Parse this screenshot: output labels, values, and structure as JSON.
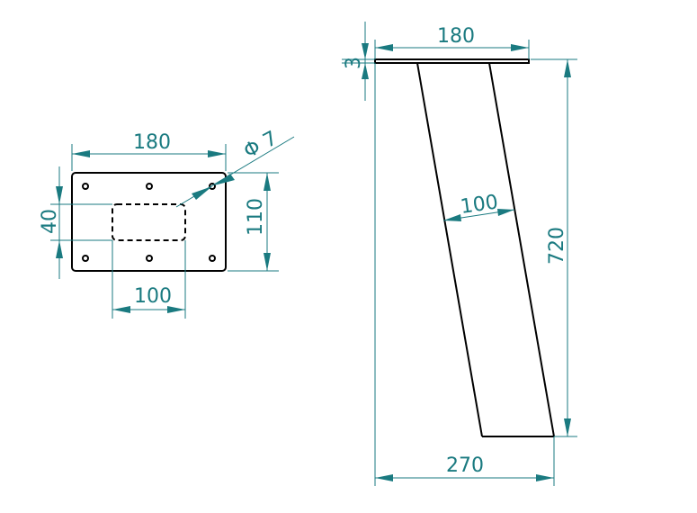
{
  "colors": {
    "outline": "#000000",
    "dimension": "#1a7a80",
    "background": "#ffffff"
  },
  "plate_view": {
    "width_label": "180",
    "height_label": "110",
    "cutout_width_label": "100",
    "cutout_height_label": "40",
    "hole_label": "Φ 7"
  },
  "side_view": {
    "top_width_label": "180",
    "thickness_label": "3",
    "leg_width_label": "100",
    "height_label": "720",
    "bottom_width_label": "270"
  }
}
